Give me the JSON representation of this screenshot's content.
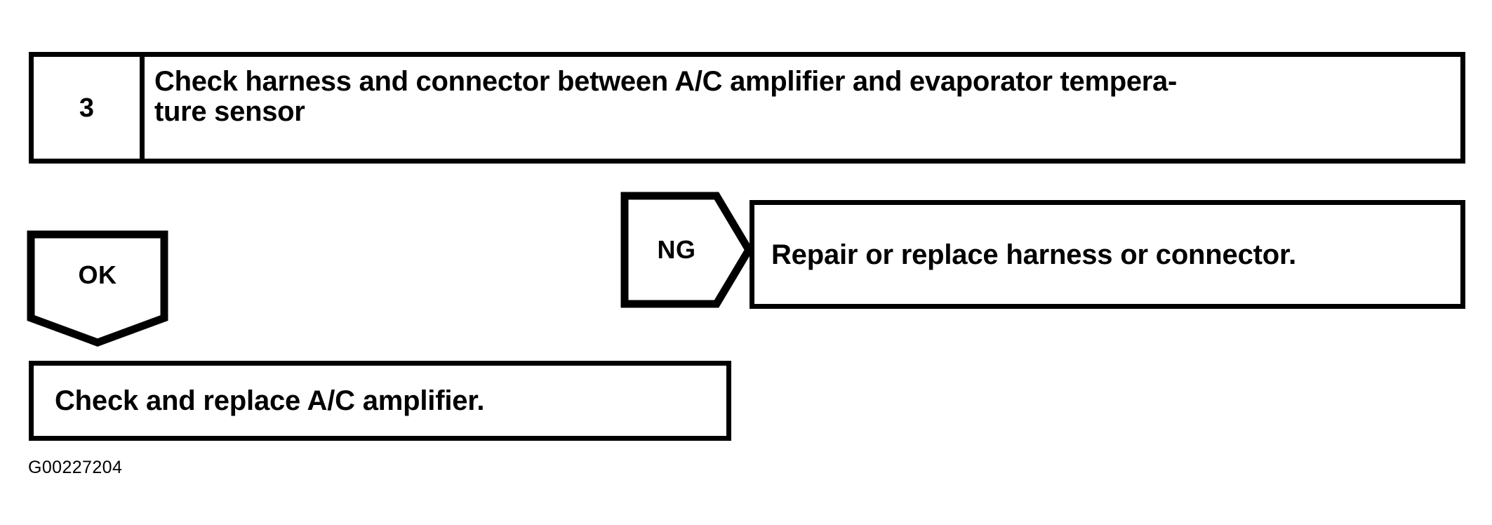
{
  "diagram": {
    "figure_code": "G00227204",
    "step": {
      "number": "3",
      "title": "Check harness and connector between A/C amplifier and evaporator tempera-\nture sensor"
    },
    "branches": {
      "ok": {
        "label": "OK",
        "result": "Check and replace A/C amplifier."
      },
      "ng": {
        "label": "NG",
        "result": "Repair or replace harness or connector."
      }
    },
    "colors": {
      "stroke": "#000000",
      "fill": "#ffffff",
      "text": "#000000"
    }
  }
}
